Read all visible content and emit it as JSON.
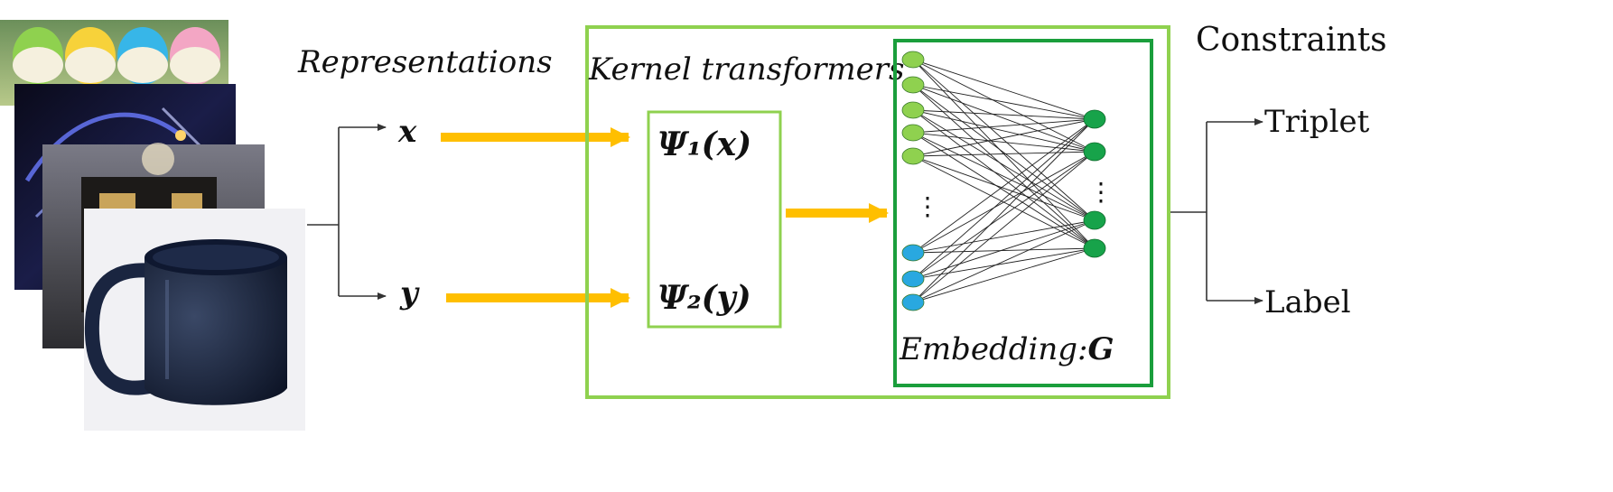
{
  "labels": {
    "representations": "Representations",
    "kernel_transformers": "Kernel transformers",
    "constraints": "Constraints",
    "x": "x",
    "y": "y",
    "psi1": "Ψ₁(x)",
    "psi2": "Ψ₂(y)",
    "embedding_prefix": "Embedding:",
    "embedding_symbol": "G",
    "triplet": "Triplet",
    "label": "Label",
    "ellipsis": "⋮"
  },
  "colors": {
    "outer_box": "#8fd14f",
    "inner_box": "#1a9e3c",
    "psi_box": "#8fd14f",
    "arrow_orange": "#ffbf00",
    "node_light_green": "#8fd14f",
    "node_blue": "#29a8e0",
    "node_dark_green": "#17a34a",
    "line": "#333333"
  },
  "network": {
    "left_green_nodes": 5,
    "left_blue_nodes": 3,
    "right_nodes": 4
  },
  "images": [
    {
      "name": "toy-eggs-photo"
    },
    {
      "name": "lit-sculpture-photo"
    },
    {
      "name": "lamp-box-photo"
    },
    {
      "name": "mug-photo"
    }
  ]
}
